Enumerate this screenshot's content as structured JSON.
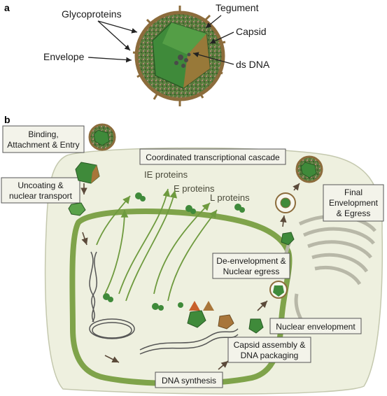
{
  "panels": {
    "a": "a",
    "b": "b"
  },
  "virion_labels": {
    "glycoproteins": "Glycoproteins",
    "tegument": "Tegument",
    "capsid": "Capsid",
    "envelope": "Envelope",
    "ds_dna": "ds DNA"
  },
  "stages": {
    "binding": [
      "Binding,",
      "Attachment & Entry"
    ],
    "uncoating": [
      "Uncoating &",
      "nuclear transport"
    ],
    "cascade": [
      "Coordinated transcriptional cascade"
    ],
    "final": [
      "Final",
      "Envelopment",
      "& Egress"
    ],
    "deenvelopment": [
      "De-envelopment &",
      "Nuclear egress"
    ],
    "nuclear_envelopment": [
      "Nuclear envelopment"
    ],
    "capsid_assembly": [
      "Capsid assembly &",
      "DNA packaging"
    ],
    "dna_synthesis": [
      "DNA synthesis"
    ]
  },
  "proteins": {
    "ie": "IE proteins",
    "e": "E proteins",
    "l": "L proteins"
  },
  "colors": {
    "cell": "#eef0df",
    "cell_stroke": "#c4c8ae",
    "nucleus_line": "#7fa34a",
    "capsid_green": "#3f8a3a",
    "capsid_brown": "#a8763a",
    "envelope": "#8c6c3c",
    "arrow": "#5b4a3a"
  }
}
